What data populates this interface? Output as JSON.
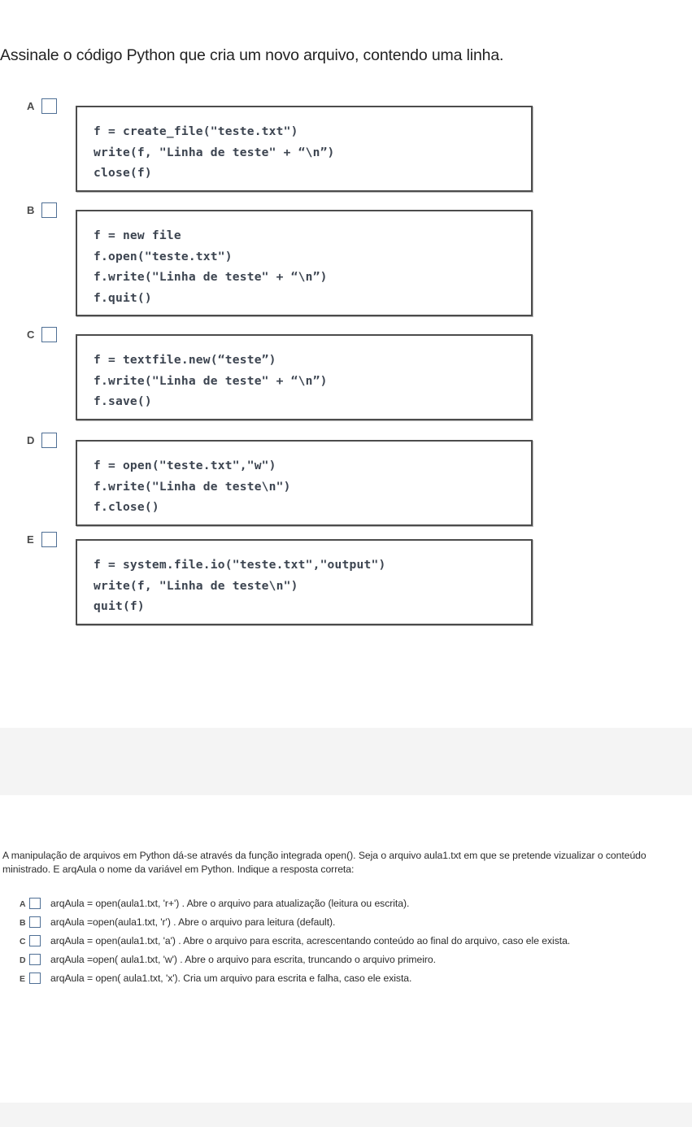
{
  "question1": {
    "prompt": "Assinale o código Python que cria um novo arquivo, contendo uma linha.",
    "options": [
      {
        "letter": "A",
        "code": "f = create_file(\"teste.txt\")\nwrite(f, \"Linha de teste\" + “\\n”)\nclose(f)"
      },
      {
        "letter": "B",
        "code": "f = new file\nf.open(\"teste.txt\")\nf.write(\"Linha de teste\" + “\\n”)\nf.quit()"
      },
      {
        "letter": "C",
        "code": "f = textfile.new(“teste”)\nf.write(\"Linha de teste\" + “\\n”)\nf.save()"
      },
      {
        "letter": "D",
        "code": "f = open(\"teste.txt\",\"w\")\nf.write(\"Linha de teste\\n\")\nf.close()"
      },
      {
        "letter": "E",
        "code": "f = system.file.io(\"teste.txt\",\"output\")\nwrite(f, \"Linha de teste\\n\")\nquit(f)"
      }
    ]
  },
  "question2": {
    "prompt": "A manipulação de arquivos em Python dá-se através da função integrada open(). Seja o arquivo aula1.txt em que se pretende vizualizar o conteúdo ministrado. E arqAula o nome da variável em Python. Indique a resposta correta:",
    "options": [
      {
        "letter": "A",
        "text": "arqAula = open(aula1.txt, 'r+') . Abre o arquivo para atualização (leitura ou escrita)."
      },
      {
        "letter": "B",
        "text": "arqAula =open(aula1.txt, 'r') . Abre o arquivo para leitura (default)."
      },
      {
        "letter": "C",
        "text": "arqAula = open(aula1.txt, 'a') . Abre o arquivo para escrita, acrescentando conteúdo ao final do arquivo, caso ele exista."
      },
      {
        "letter": "D",
        "text": "arqAula =open( aula1.txt, 'w') . Abre o arquivo para escrita, truncando o arquivo primeiro."
      },
      {
        "letter": "E",
        "text": "arqAula = open( aula1.txt, 'x'). Cria um arquivo para escrita e falha, caso ele exista."
      }
    ]
  },
  "colors": {
    "page_background": "#ffffff",
    "band_background": "#f4f4f4",
    "checkbox_border": "#4f6f95",
    "code_box_border": "#4c4c4c",
    "code_text": "#3c4450",
    "body_text": "#2b2b2b"
  }
}
